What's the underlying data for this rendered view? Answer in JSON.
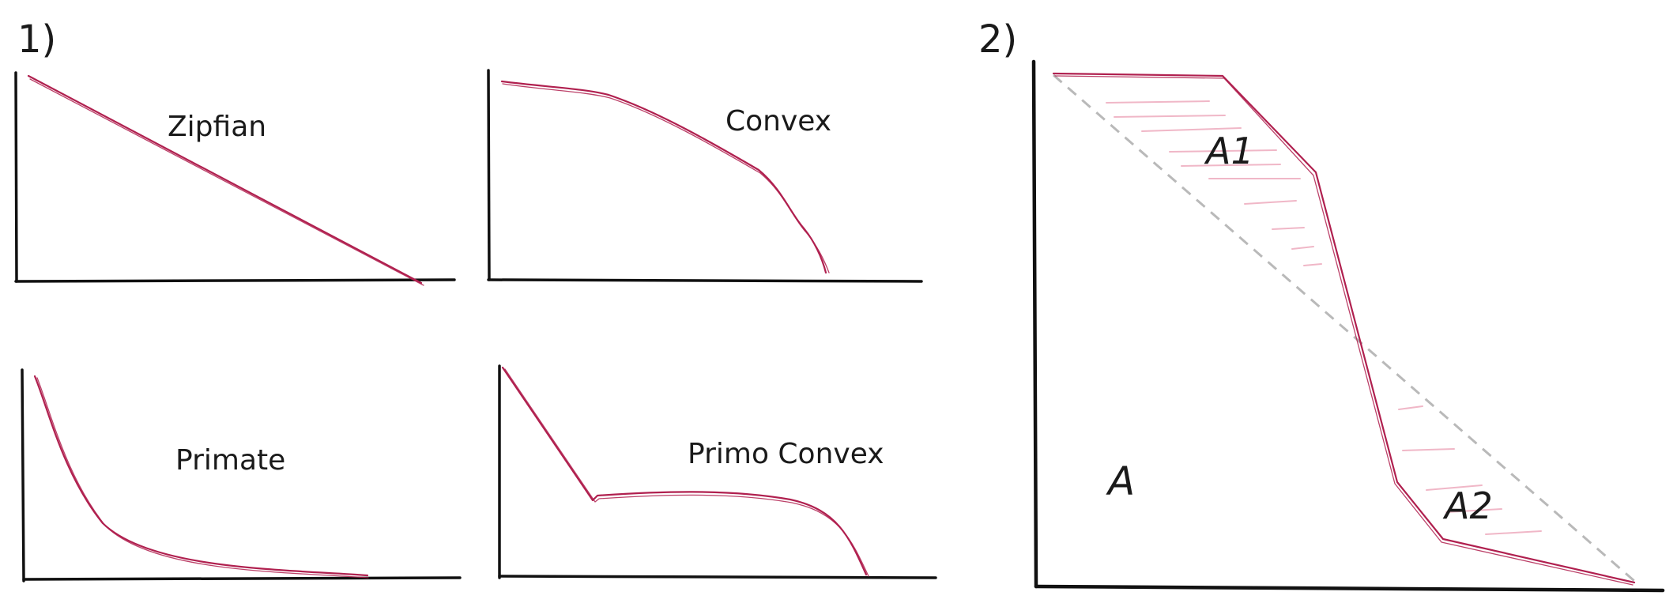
{
  "section_labels": {
    "one": "1)",
    "two": "2)"
  },
  "panels": {
    "zipfian": {
      "title": "Zipfian"
    },
    "convex": {
      "title": "Convex"
    },
    "primate": {
      "title": "Primate"
    },
    "primo_convex": {
      "title": "Primo Convex"
    }
  },
  "area_chart": {
    "label_a1": "A1",
    "label_a2": "A2",
    "label_a": "A"
  },
  "colors": {
    "curve": "#b0204f",
    "axis": "#111111",
    "dashed": "#b9b9b9",
    "hatch": "#f0b7c7"
  }
}
